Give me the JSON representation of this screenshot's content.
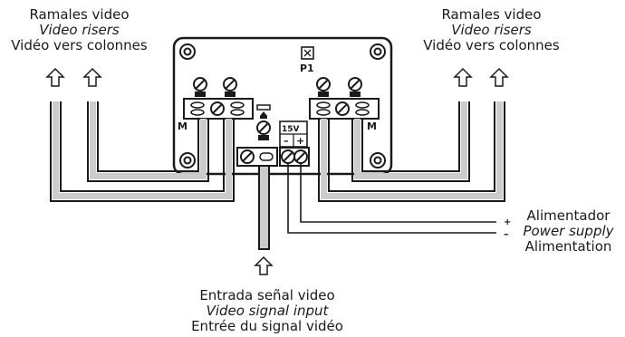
{
  "labels": {
    "left": {
      "line1": "Ramales video",
      "line2": "Video risers",
      "line3": "Vidéo vers colonnes"
    },
    "right": {
      "line1": "Ramales video",
      "line2": "Video risers",
      "line3": "Vidéo vers colonnes"
    },
    "bottom": {
      "line1": "Entrada señal video",
      "line2": "Video signal input",
      "line3": "Entrée du signal vidéo"
    },
    "power": {
      "line1": "Alimentador",
      "line2": "Power supply",
      "line3": "Alimentation"
    }
  },
  "board": {
    "p1_label": "P1",
    "m_left": "M",
    "m_right": "M",
    "voltage": "15V",
    "minus": "–",
    "plus": "+",
    "wire_plus": "+",
    "wire_minus": "–"
  }
}
